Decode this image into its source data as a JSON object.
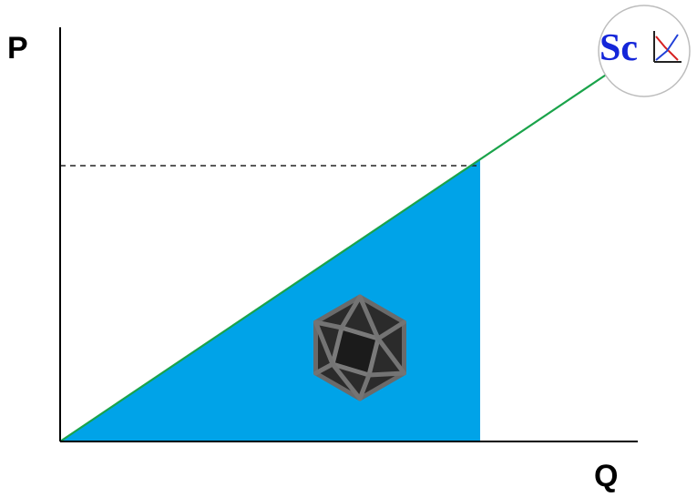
{
  "chart_data": {
    "type": "area",
    "title": "",
    "xlabel": "Q",
    "ylabel": "P",
    "xlim": [
      0,
      100
    ],
    "ylim": [
      0,
      100
    ],
    "grid": false,
    "legend": "none",
    "series": [
      {
        "x": [
          0,
          130
        ],
        "y": [
          0,
          133
        ]
      }
    ],
    "reference_point": {
      "x": 100,
      "y": 100
    },
    "shaded_region": {
      "x_from": 0,
      "x_to": 100,
      "under": "series"
    },
    "guide_line": {
      "style": "dashed",
      "from_x": 0,
      "to_x": 100,
      "y": 100
    }
  },
  "colors": {
    "axis": "#000000",
    "series_line": "#1aa34a",
    "fill": "#00a3e8",
    "guide": "#222222",
    "logo_text": "#1426d9",
    "logo_curve_red": "#d62020",
    "logo_curve_blue": "#2040d8"
  },
  "icons": {
    "shape": "icosahedron-icon",
    "logo": "scx-logo-icon"
  },
  "logo": {
    "text": "Sc"
  }
}
